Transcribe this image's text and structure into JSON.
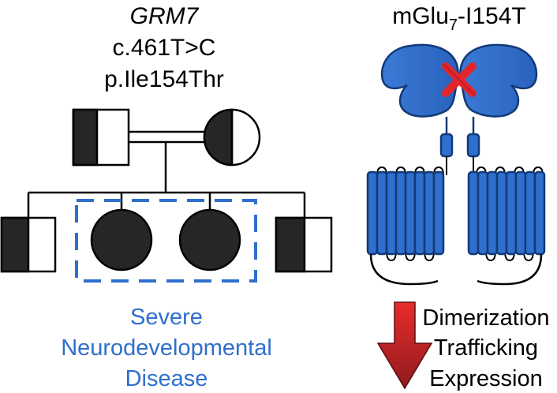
{
  "colors": {
    "ink": "#000000",
    "carrier_fill": "#2b2b2b",
    "receptor_blue": "#2f6fcd",
    "receptor_dark": "#123a78",
    "highlight_blue": "#2f6fcd",
    "mutation_red": "#e4262c",
    "arrow_red_top": "#e82a2a",
    "arrow_red_bottom": "#8f1b1e"
  },
  "left": {
    "gene": "GRM7",
    "cdna_change": "c.461T>C",
    "protein_change": "p.Ile154Thr",
    "phenotype_line1": "Severe",
    "phenotype_line2": "Neurodevelopmental",
    "phenotype_line3": "Disease"
  },
  "right": {
    "receptor_prefix": "mGlu",
    "receptor_subscript": "7",
    "receptor_suffix": "-I154T",
    "effect_1": "Dimerization",
    "effect_2": "Trafficking",
    "effect_3": "Expression"
  },
  "icons": {
    "father": "half-filled-square-icon",
    "mother": "half-filled-circle-icon",
    "affected": "filled-circle-icon",
    "mutation": "x-mark-icon",
    "decrease": "down-arrow-icon"
  }
}
